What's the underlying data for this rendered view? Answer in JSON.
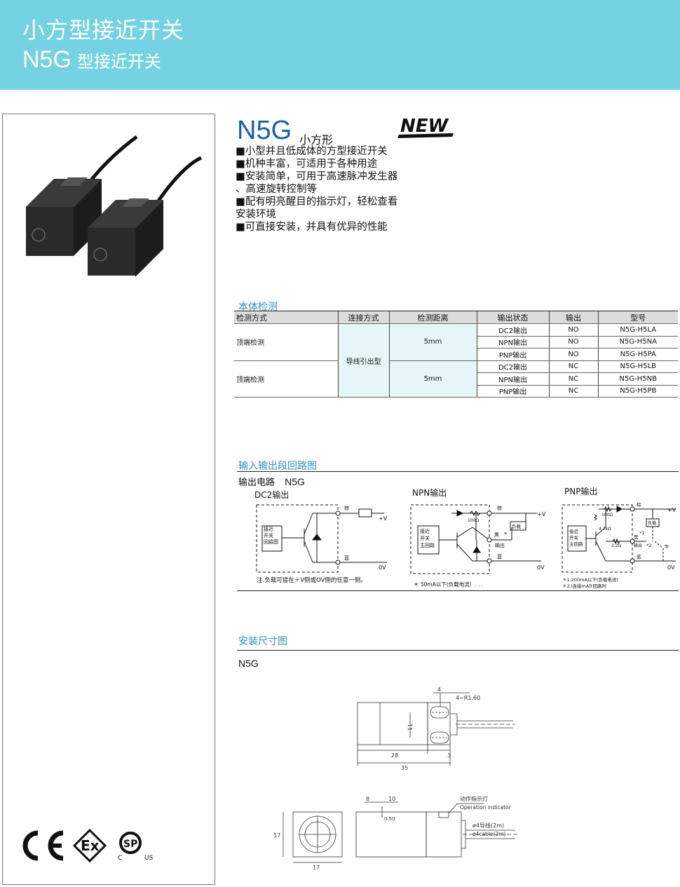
{
  "header": {
    "title_line1": "小方型接近开关",
    "title_line2_big": "N5G",
    "title_line2_small": "型接近开关"
  },
  "product": {
    "model": "N5G",
    "subtitle": "小方形",
    "badge": "NEW",
    "features": [
      "■小型并且低成体的方型接近开关",
      "■机种丰富，可适用于各种用途",
      "■安装简单，可用于高速脉冲发生器",
      "、高速旋转控制等",
      "■配有明亮醒目的指示灯，轻松查看",
      "安装环境",
      "■可直接安装，并具有优异的性能"
    ]
  },
  "spec_section": {
    "title": "本体检测",
    "headers": [
      "检测方式",
      "连接方式",
      "检测距离",
      "输出状态",
      "输出",
      "型号"
    ],
    "group1_method": "顶端检测",
    "group2_method": "顶端检测",
    "connection": "导线引出型",
    "distance1": "5mm",
    "distance2": "5mm",
    "rows": [
      {
        "output_state": "DC2输出",
        "output": "NO",
        "model": "N5G-H5LA"
      },
      {
        "output_state": "NPN输出",
        "output": "NO",
        "model": "N5G-H5NA"
      },
      {
        "output_state": "PNP输出",
        "output": "NO",
        "model": "N5G-H5PA"
      },
      {
        "output_state": "DC2输出",
        "output": "NC",
        "model": "N5G-H5LB"
      },
      {
        "output_state": "NPN输出",
        "output": "NC",
        "model": "N5G-H5NB"
      },
      {
        "output_state": "PNP输出",
        "output": "NC",
        "model": "N5G-H5PB"
      }
    ]
  },
  "circuit_section": {
    "title": "输入输出段回路图",
    "heading": "输出电路",
    "heading_model": "N5G",
    "dc2": {
      "label": "DC2输出",
      "box": [
        "接近",
        "开关",
        "回路图"
      ],
      "brown": "棕",
      "blue": "蓝",
      "plus_v": "+V",
      "zero_v": "0V",
      "note": "注.负载可接在＋V侧或OV侧的任意一侧。"
    },
    "npn": {
      "label": "NPN输出",
      "box": [
        "接近",
        "开关",
        "主回路"
      ],
      "brown": "棕",
      "black": "黑",
      "blue": "蓝",
      "resistor": "100Ω",
      "load": "负载",
      "star": "*",
      "out": "输出",
      "plus_v": "+V",
      "zero_v": "0V",
      "note": "＊ 50mA以下(负载电流）. . ."
    },
    "pnp": {
      "label": "PNP输出",
      "box": [
        "接近",
        "开关",
        "主回路"
      ],
      "brown": "棕",
      "black": "黑",
      "blue": "蓝",
      "r1": "100Ω",
      "r2": "4.7kΩ",
      "r3": "2.2Ω",
      "load": "负载",
      "star1": "*1",
      "out": "输出",
      "star2": "*2",
      "tr": "Tr",
      "plus_v": "+V",
      "zero_v": "0V",
      "note1": "＊1.200mA以下(负载电流)",
      "note2": "＊2.i连接mATr回路时"
    }
  },
  "dimension_section": {
    "title": "安装尺寸图",
    "model": "N5G",
    "top_dims": {
      "d4": "4",
      "r": "4−R1.60",
      "d11": "11",
      "d28": "28",
      "d3": "3",
      "d35": "35"
    },
    "side_dims": {
      "d8": "8",
      "d10": "10",
      "d050": "0.50",
      "d17a": "17",
      "d17b": "17",
      "indicator_cn": "动作指示灯",
      "indicator_en": "Operation indicator",
      "wire_cn": "ø4导线(2m)",
      "wire_en": "ø4cable(2m)"
    }
  },
  "certs": {
    "ce": "CE",
    "ex": "Ex",
    "csa_c": "C",
    "csa_us": "US"
  }
}
